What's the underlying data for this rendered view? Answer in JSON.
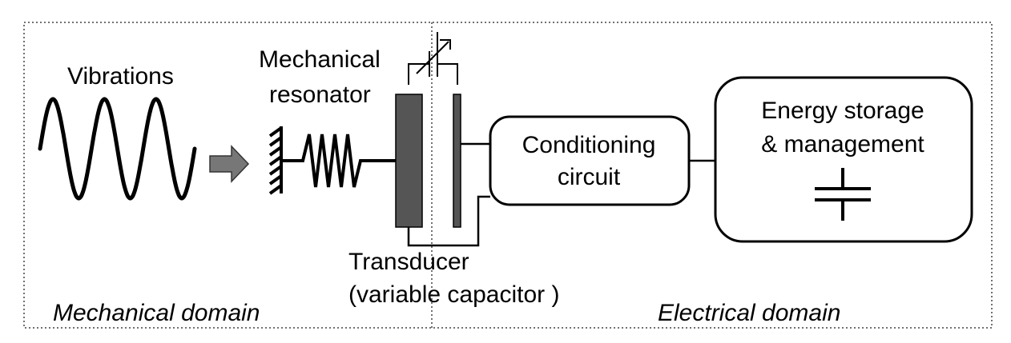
{
  "labels": {
    "vibrations": "Vibrations",
    "resonator_line1": "Mechanical",
    "resonator_line2": "resonator",
    "transducer_line1": "Transducer",
    "transducer_line2": "(variable capacitor )",
    "conditioning_line1": "Conditioning",
    "conditioning_line2": "circuit",
    "storage_line1": "Energy storage",
    "storage_line2": "& management",
    "mechanical_domain": "Mechanical domain",
    "electrical_domain": "Electrical domain"
  },
  "colors": {
    "line": "#000000",
    "arrow_fill": "#777777",
    "plate_fill": "#555555",
    "frame_dots": "#444444"
  }
}
